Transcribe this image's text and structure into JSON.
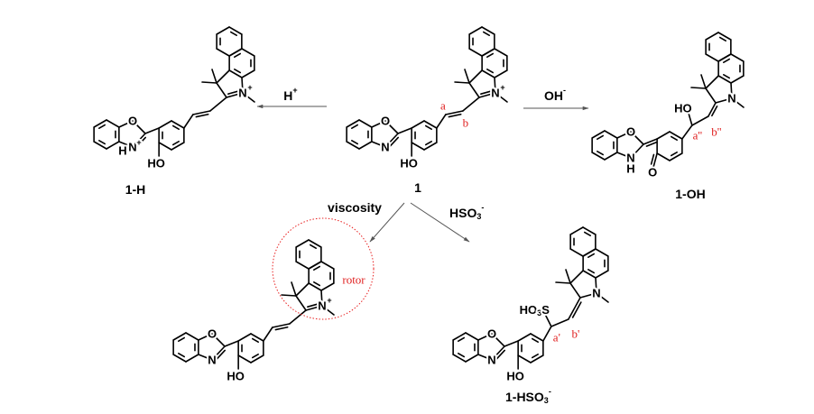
{
  "colors": {
    "highlight": "#e82020",
    "ink": "#000000",
    "arrow": "#555555"
  },
  "atoms": {
    "O": "O",
    "N": "N",
    "H": "H",
    "HO": "HO",
    "plus": "+"
  },
  "reactions": {
    "acid": {
      "main": "H",
      "sup": "+"
    },
    "base": {
      "main": "OH",
      "sup": "-"
    },
    "viscosity": "viscosity",
    "bisulfite": {
      "main": "HSO",
      "sub": "3",
      "sup": "-"
    }
  },
  "compounds": {
    "parent": {
      "name": "1",
      "bond_labels": [
        "a",
        "b"
      ]
    },
    "protonated": {
      "name": "1-H"
    },
    "hydroxide_adduct": {
      "name": "1-OH",
      "bond_labels": [
        "a''",
        "b''"
      ]
    },
    "bisulfite_adduct": {
      "name": {
        "main": "1-HSO",
        "sub": "3",
        "sup": "-"
      },
      "bond_labels": [
        "a'",
        "b'"
      ],
      "group": {
        "main": "HO",
        "sub": "3",
        "tail": "S"
      }
    },
    "viscosity_form": {
      "annotation": "rotor"
    }
  }
}
